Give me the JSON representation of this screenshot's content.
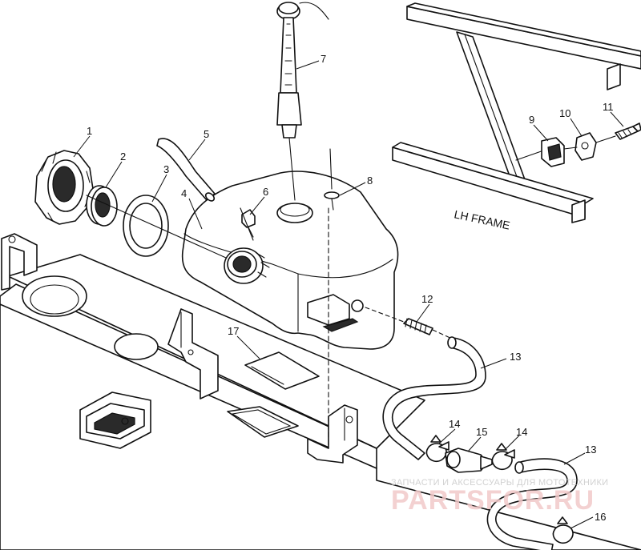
{
  "parts": [
    {
      "id": "part-1",
      "label": "1",
      "name": "fuel-cap"
    },
    {
      "id": "part-2",
      "label": "2",
      "name": "filler-neck-ring"
    },
    {
      "id": "part-3",
      "label": "3",
      "name": "gasket"
    },
    {
      "id": "part-4",
      "label": "4",
      "name": "fuel-tank"
    },
    {
      "id": "part-5",
      "label": "5",
      "name": "vent-hose"
    },
    {
      "id": "part-6",
      "label": "6",
      "name": "vent-fitting"
    },
    {
      "id": "part-7",
      "label": "7",
      "name": "fuel-gauge-sender"
    },
    {
      "id": "part-8",
      "label": "8",
      "name": "grommet-rod"
    },
    {
      "id": "part-9",
      "label": "9",
      "name": "clip"
    },
    {
      "id": "part-10",
      "label": "10",
      "name": "bracket"
    },
    {
      "id": "part-11",
      "label": "11",
      "name": "screw"
    },
    {
      "id": "part-12",
      "label": "12",
      "name": "spring-fitting"
    },
    {
      "id": "part-13a",
      "label": "13",
      "name": "fuel-line-upper"
    },
    {
      "id": "part-13b",
      "label": "13",
      "name": "fuel-line-lower"
    },
    {
      "id": "part-14a",
      "label": "14",
      "name": "hose-clamp-left"
    },
    {
      "id": "part-14b",
      "label": "14",
      "name": "hose-clamp-right"
    },
    {
      "id": "part-15",
      "label": "15",
      "name": "fuel-filter"
    },
    {
      "id": "part-16",
      "label": "16",
      "name": "hose-clamp"
    },
    {
      "id": "part-17",
      "label": "17",
      "name": "pad"
    }
  ],
  "frame_label": "LH FRAME",
  "watermark": {
    "tagline": "ЗАПЧАСТИ И АКСЕССУАРЫ ДЛЯ МОТОТЕХНИКИ",
    "brand": "PARTSFOR.RU"
  }
}
